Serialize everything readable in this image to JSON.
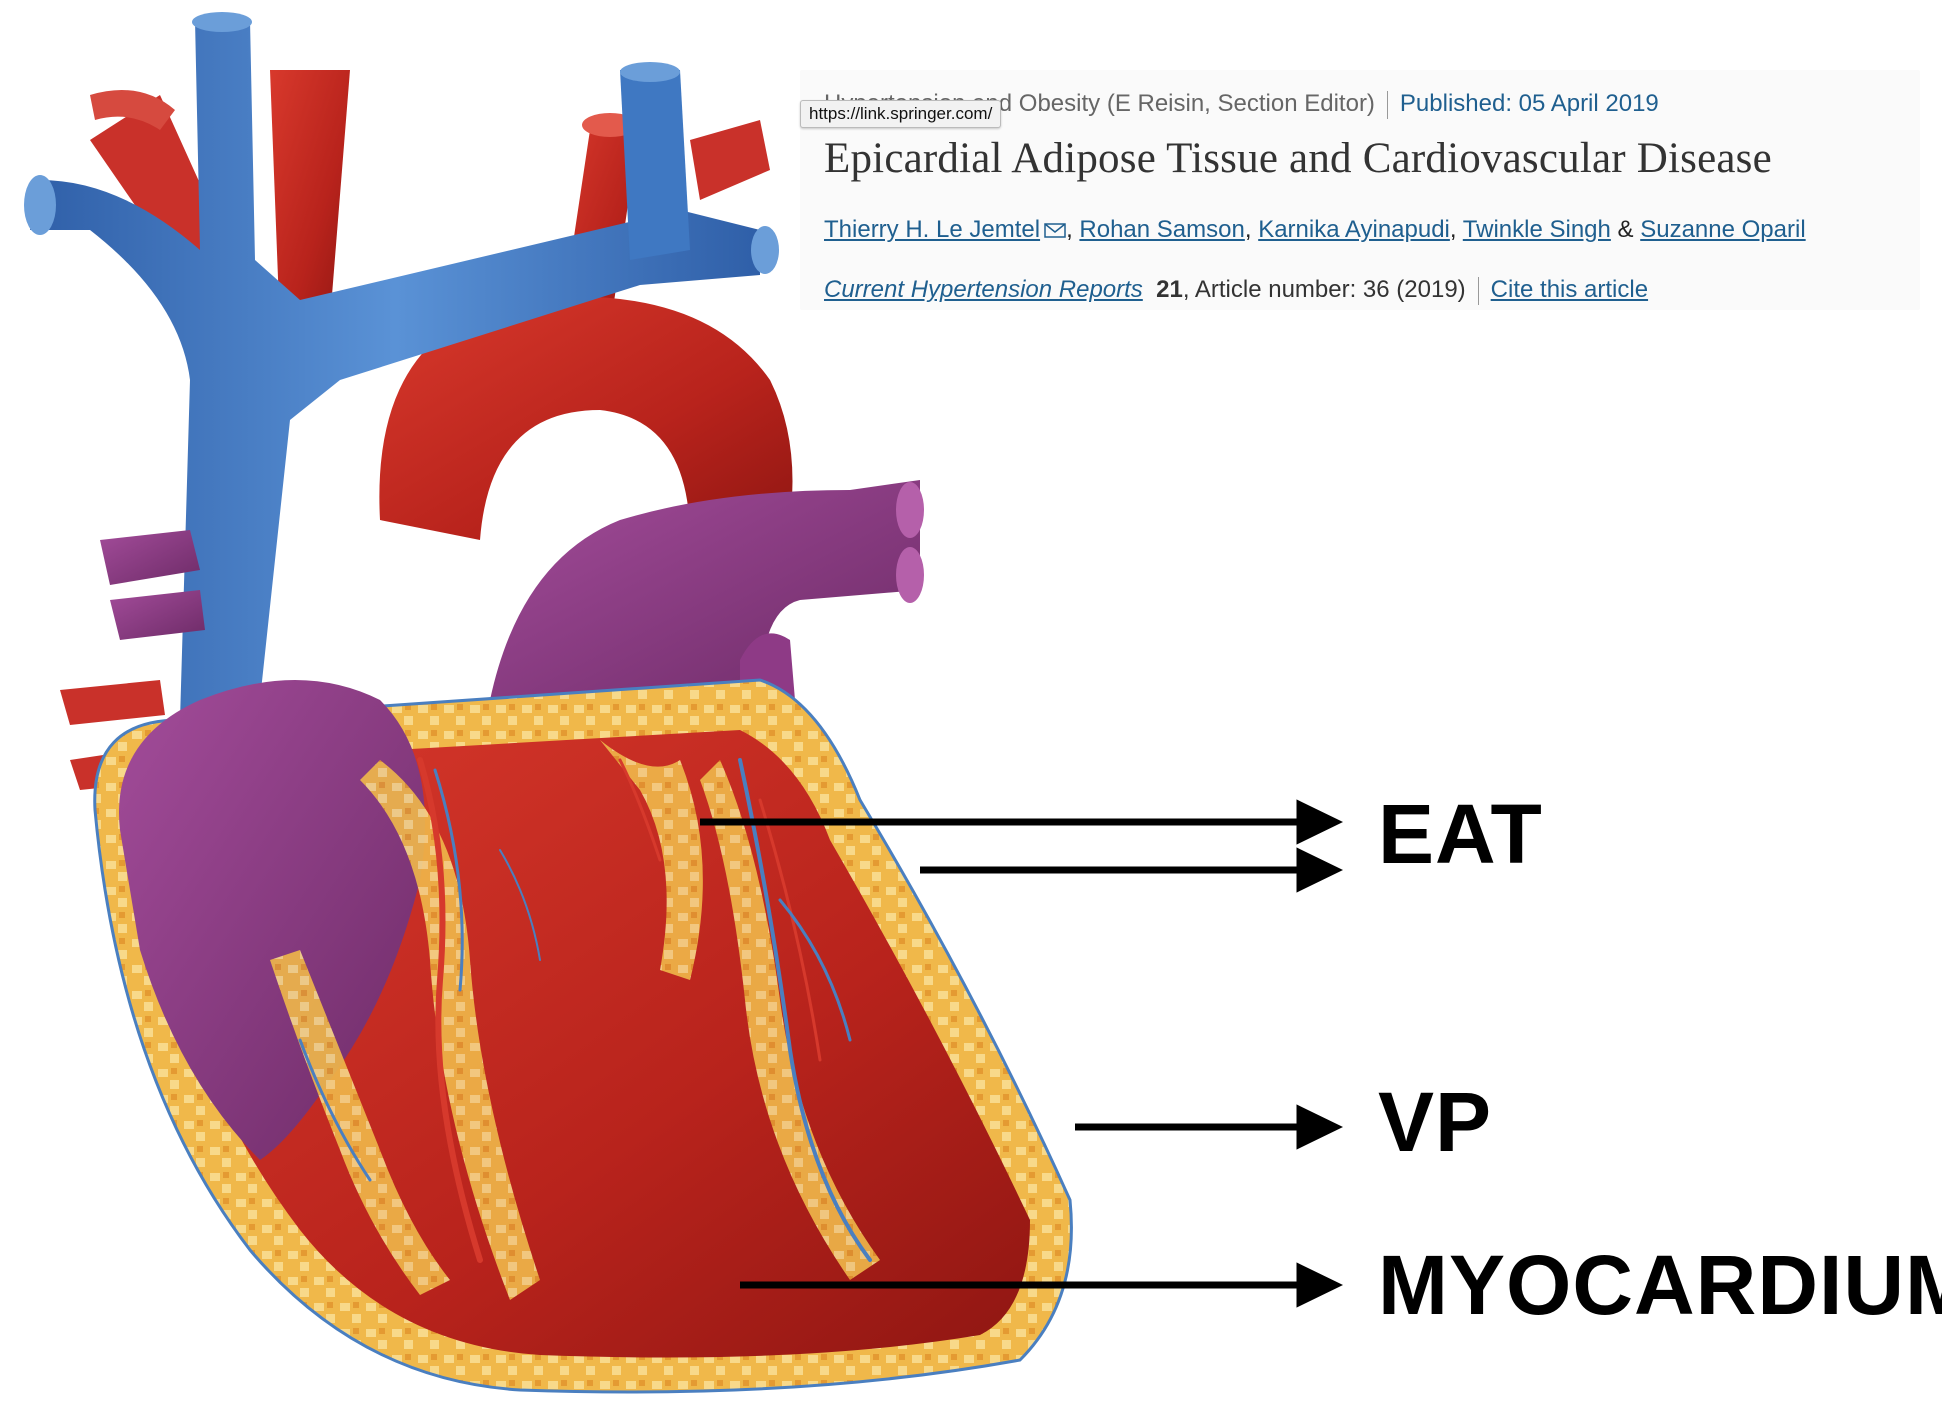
{
  "article": {
    "meta_section": "Hypertension and Obesity (E Reisin, Section Editor)",
    "meta_published": "Published: 05 April 2019",
    "url_tooltip": "https://link.springer.com/",
    "title": "Epicardial Adipose Tissue and Cardiovascular Disease",
    "authors": [
      "Thierry H. Le Jemtel",
      "Rohan Samson",
      "Karnika Ayinapudi",
      "Twinkle Singh",
      "Suzanne Oparil"
    ],
    "journal": "Current Hypertension Reports",
    "volume": "21",
    "article_info": ", Article number: 36 (2019)",
    "cite_label": "Cite this article"
  },
  "labels": {
    "eat": "EAT",
    "vp": "VP",
    "myocardium": "MYOCARDIUM"
  },
  "icons": [
    "mail-icon",
    "arrow-icon"
  ],
  "colors": {
    "link": "#1f5f8f",
    "myocardium_red": "#c0281e",
    "vessel_blue": "#3f78c2",
    "vessel_purple": "#8e3a86",
    "fat_yellow": "#f0b84a"
  }
}
